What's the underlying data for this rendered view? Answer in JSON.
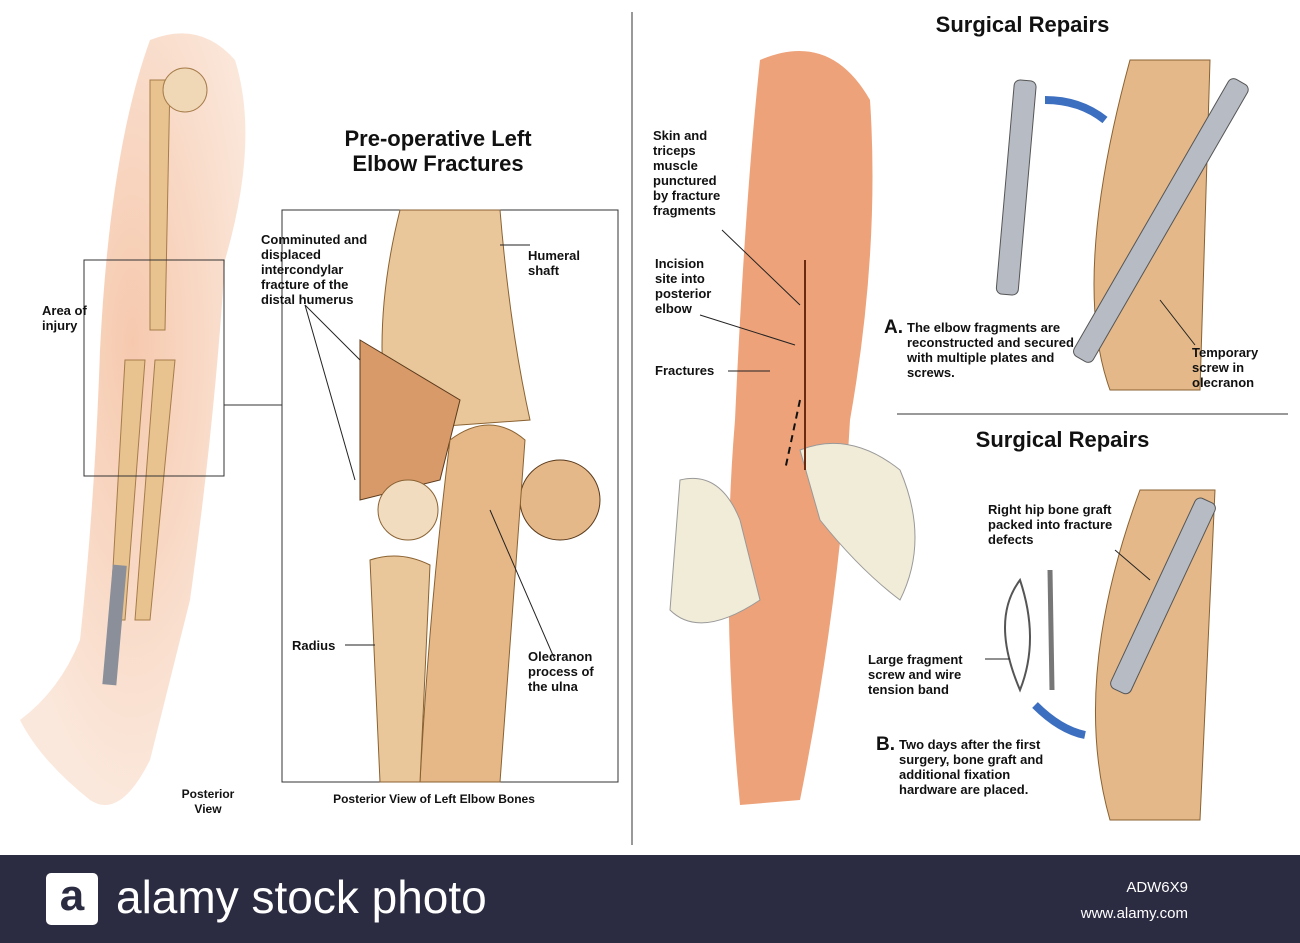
{
  "left_panel": {
    "title": "Pre-operative Left Elbow Fractures",
    "labels": {
      "area_of_injury": "Area of injury",
      "posterior_view": "Posterior View",
      "comminuted": "Comminuted and displaced intercondylar fracture of the distal humerus",
      "humeral_shaft": "Humeral shaft",
      "radius": "Radius",
      "olecranon": "Olecranon process of the ulna",
      "caption": "Posterior View of Left Elbow Bones"
    }
  },
  "right_panel": {
    "labels": {
      "skin": "Skin and triceps muscle punctured by fracture fragments",
      "incision": "Incision site into posterior elbow",
      "fractures": "Fractures"
    },
    "section_a": {
      "title": "Surgical Repairs",
      "letter": "A.",
      "text": "The elbow fragments are reconstructed and secured with multiple plates and screws.",
      "screw_label": "Temporary screw in olecranon"
    },
    "section_b": {
      "title": "Surgical Repairs",
      "letter": "B.",
      "text": "Two days after the first surgery, bone graft and additional fixation hardware are placed.",
      "graft_label": "Right hip bone graft packed into fracture defects",
      "fragment_label": "Large fragment screw and wire tension band"
    }
  },
  "footer": {
    "logo": "a",
    "brand": "alamy stock photo",
    "image_code": "ADW6X9",
    "url": "www.alamy.com"
  }
}
